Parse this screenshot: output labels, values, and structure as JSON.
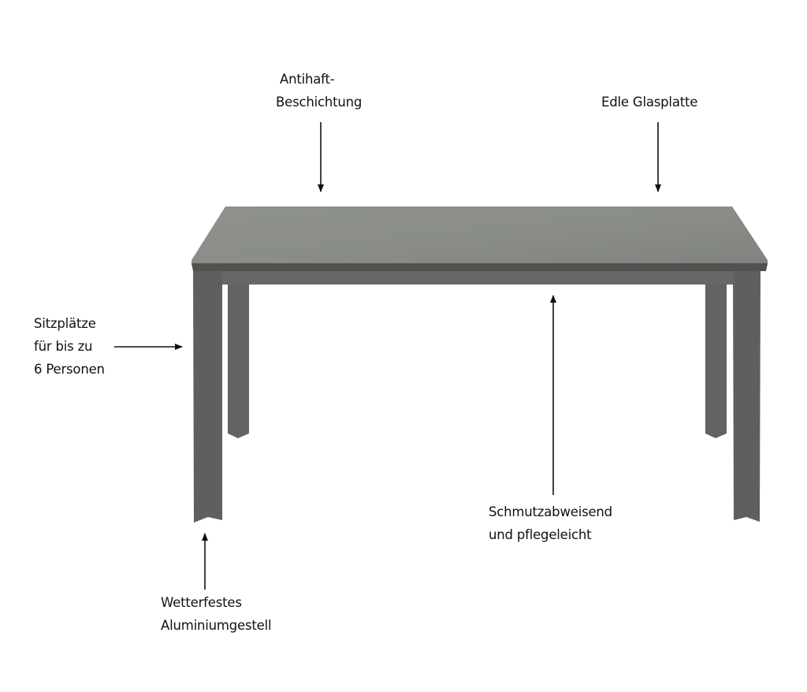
{
  "annotations": {
    "coating": [
      "Antihaft-",
      "Beschichtung"
    ],
    "glass_top": [
      "Edle Glasplatte"
    ],
    "seating": [
      "Sitzplätze",
      "für bis zu",
      "6 Personen"
    ],
    "dirt_repellent": [
      "Schmutzabweisend",
      "und pflegeleicht"
    ],
    "frame": [
      "Wetterfestes",
      "Aluminiumgestell"
    ]
  },
  "colors": {
    "tabletop": "#8a8d89",
    "frame": "#5f625f",
    "arrow": "#111111"
  }
}
